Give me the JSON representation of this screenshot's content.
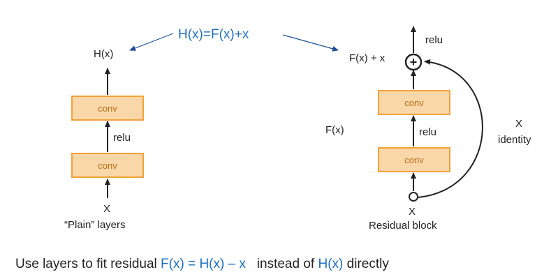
{
  "formula": "H(x)=F(x)+x",
  "plain": {
    "output_label": "H(x)",
    "conv_top": "conv",
    "relu": "relu",
    "conv_bottom": "conv",
    "input_label": "X",
    "caption": "“Plain” layers"
  },
  "residual": {
    "relu_top": "relu",
    "sum_label": "F(x) + x",
    "conv_top": "conv",
    "fx_label": "F(x)",
    "relu_mid": "relu",
    "conv_bottom": "conv",
    "skip_x": "X",
    "skip_identity": "identity",
    "input_label": "X",
    "caption": "Residual block"
  },
  "bottom_text": {
    "prefix": "Use layers to fit residual ",
    "residual_eq": "F(x) = H(x) – x",
    "mid": "   instead of ",
    "hx": "H(x)",
    "suffix": " directly"
  },
  "colors": {
    "accent_blue": "#1f6fbf",
    "conv_fill": "#fad7a8",
    "conv_border": "#f2a13a"
  }
}
